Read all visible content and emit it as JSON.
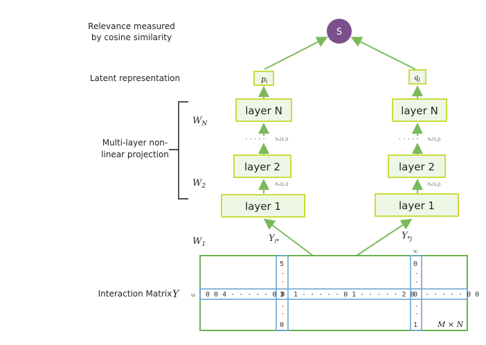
{
  "colors": {
    "box_stroke": "#c9dc3c",
    "box_fill": "#eef7e6",
    "arrow": "#7cb95a",
    "s_node": "#7a4f8c",
    "matrix_border": "#6ab04c",
    "highlight_border": "#6aa6d8"
  },
  "labels": {
    "relevance": "Relevance measured",
    "relevance2": "by cosine similarity",
    "latent": "Latent representation",
    "multilayer1": "Multi-layer non-",
    "multilayer2": "linear projection",
    "interaction": "Interaction Matrix",
    "Y": "Y",
    "w_n": "W",
    "w_n_sub": "N",
    "w_2": "W",
    "w_2_sub": "2",
    "w_1": "W",
    "w_1_sub": "1"
  },
  "nodes": {
    "s": "S",
    "p_i": "p",
    "p_i_sub": "i",
    "q_j": "q",
    "q_j_sub": "j",
    "left": {
      "layer_n": "layer N",
      "layer_2": "layer 2",
      "layer_1": "layer 1",
      "dots": "· · · · ·",
      "h_n": "hₙ(1,i)",
      "h_2": "hₙ(1,i)",
      "input": "Y",
      "input_sub": "i*"
    },
    "right": {
      "layer_n": "layer N",
      "layer_2": "layer 2",
      "layer_1": "layer 1",
      "dots": "· · · · ·",
      "h_n": "hₙ(1,j)",
      "h_2": "hₙ(1,j)",
      "input": "Y",
      "input_sub": "*j"
    }
  },
  "matrix": {
    "row_label": "uᵢ",
    "col_label": "vⱼ",
    "row_left": "0  0  4  · · · · ·  0  0",
    "row_mid_val": "3",
    "row_mid": "1  · · · · ·  0  1  · · · · ·  2  0",
    "row_right_val": "0",
    "row_end": "· · · · ·  0  0",
    "col_left_top": "5",
    "col_left_bottom": "0",
    "col_right_top": "0",
    "col_right_bottom": "1",
    "dims": "M × N"
  }
}
